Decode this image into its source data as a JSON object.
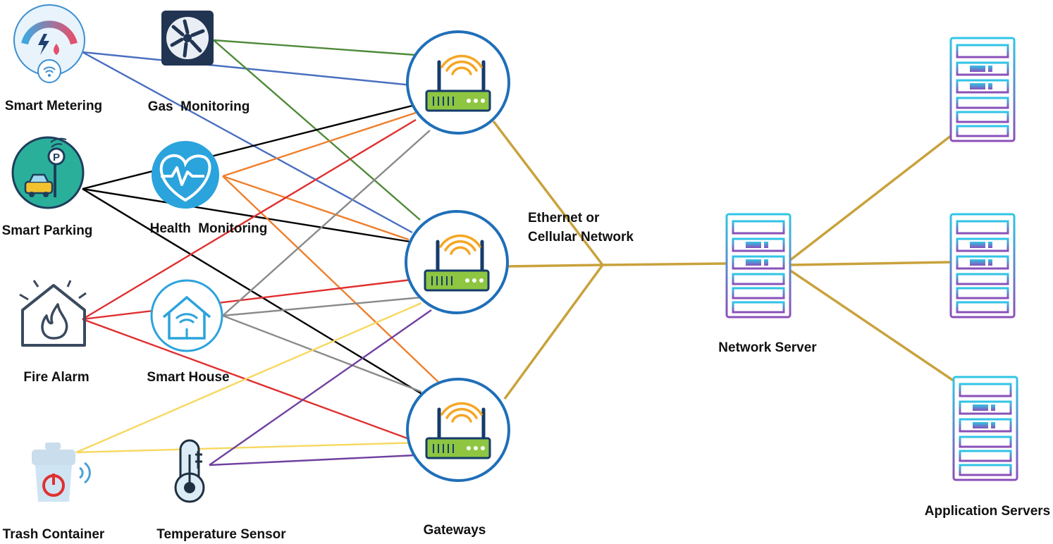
{
  "devices": [
    {
      "id": "smart_metering",
      "label": "Smart Metering",
      "icon": "smart-meter-icon"
    },
    {
      "id": "gas_monitoring",
      "label": "Gas  Monitoring",
      "icon": "fan-icon"
    },
    {
      "id": "smart_parking",
      "label": "Smart Parking",
      "icon": "parking-icon"
    },
    {
      "id": "health_monitoring",
      "label": "Health  Monitoring",
      "icon": "heart-pulse-icon"
    },
    {
      "id": "fire_alarm",
      "label": "Fire Alarm",
      "icon": "fire-house-icon"
    },
    {
      "id": "smart_house",
      "label": "Smart House",
      "icon": "smart-home-icon"
    },
    {
      "id": "trash_container",
      "label": "Trash Container",
      "icon": "trash-bin-icon"
    },
    {
      "id": "temperature_sensor",
      "label": "Temperature Sensor",
      "icon": "thermometer-icon"
    }
  ],
  "gateways": {
    "label": "Gateways",
    "icon": "router-icon",
    "items": [
      {
        "id": "gw1"
      },
      {
        "id": "gw2"
      },
      {
        "id": "gw3"
      }
    ]
  },
  "backhaul": {
    "label_line1": "Ethernet or",
    "label_line2": "Cellular Network"
  },
  "network_server": {
    "label": "Network Server",
    "icon": "server-icon"
  },
  "application_servers": {
    "label": "Application Servers",
    "icon": "server-icon",
    "items": [
      {
        "id": "app1"
      },
      {
        "id": "app2"
      },
      {
        "id": "app3"
      }
    ]
  },
  "links": [
    {
      "from": "smart_metering",
      "to": "gw1",
      "color": "#4a6fc0"
    },
    {
      "from": "smart_metering",
      "to": "gw2",
      "color": "#4a6fc0"
    },
    {
      "from": "gas_monitoring",
      "to": "gw1",
      "color": "#4f8a3a"
    },
    {
      "from": "gas_monitoring",
      "to": "gw2",
      "color": "#4f8a3a"
    },
    {
      "from": "smart_parking",
      "to": "gw1",
      "color": "#000000"
    },
    {
      "from": "smart_parking",
      "to": "gw2",
      "color": "#000000"
    },
    {
      "from": "smart_parking",
      "to": "gw3",
      "color": "#000000"
    },
    {
      "from": "health_monitoring",
      "to": "gw1",
      "color": "#ee7f2d"
    },
    {
      "from": "health_monitoring",
      "to": "gw2",
      "color": "#ee7f2d"
    },
    {
      "from": "health_monitoring",
      "to": "gw3",
      "color": "#ee7f2d"
    },
    {
      "from": "fire_alarm",
      "to": "gw1",
      "color": "#e03030"
    },
    {
      "from": "fire_alarm",
      "to": "gw2",
      "color": "#e03030"
    },
    {
      "from": "fire_alarm",
      "to": "gw3",
      "color": "#e03030"
    },
    {
      "from": "smart_house",
      "to": "gw1",
      "color": "#8a8a8a"
    },
    {
      "from": "smart_house",
      "to": "gw2",
      "color": "#8a8a8a"
    },
    {
      "from": "smart_house",
      "to": "gw3",
      "color": "#8a8a8a"
    },
    {
      "from": "trash_container",
      "to": "gw2",
      "color": "#f7d860"
    },
    {
      "from": "trash_container",
      "to": "gw3",
      "color": "#f7d860"
    },
    {
      "from": "temperature_sensor",
      "to": "gw2",
      "color": "#7040a0"
    },
    {
      "from": "temperature_sensor",
      "to": "gw3",
      "color": "#7040a0"
    }
  ],
  "colors": {
    "backhaul": "#c9a23c",
    "gateway_ring": "#1f6fb8",
    "router_body": "#8ec641",
    "wifi_arcs": "#f5a623",
    "server_gradient_top": "#2fc6e6",
    "server_gradient_bottom": "#8b4fb8"
  }
}
